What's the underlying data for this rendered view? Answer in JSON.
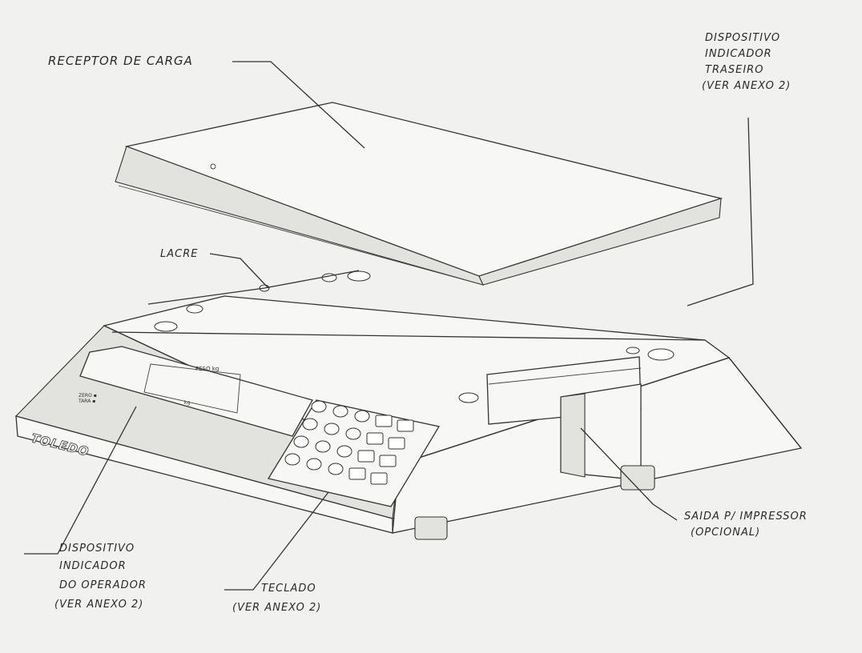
{
  "labels": {
    "receptor": "RECEPTOR DE CARGA",
    "rear_indicator": [
      "DISPOSITIVO",
      "INDICADOR",
      "TRASEIRO",
      "(VER ANEXO 2)"
    ],
    "lacre": "LACRE",
    "printer_output": [
      "SAIDA P/ IMPRESSOR",
      "(OPCIONAL)"
    ],
    "operator_indicator": [
      "DISPOSITIVO",
      "INDICADOR",
      "DO OPERADOR",
      "(VER ANEXO 2)"
    ],
    "keyboard": [
      "TECLADO",
      "(VER ANEXO 2)"
    ]
  },
  "device": {
    "brand": "TOLEDO"
  }
}
